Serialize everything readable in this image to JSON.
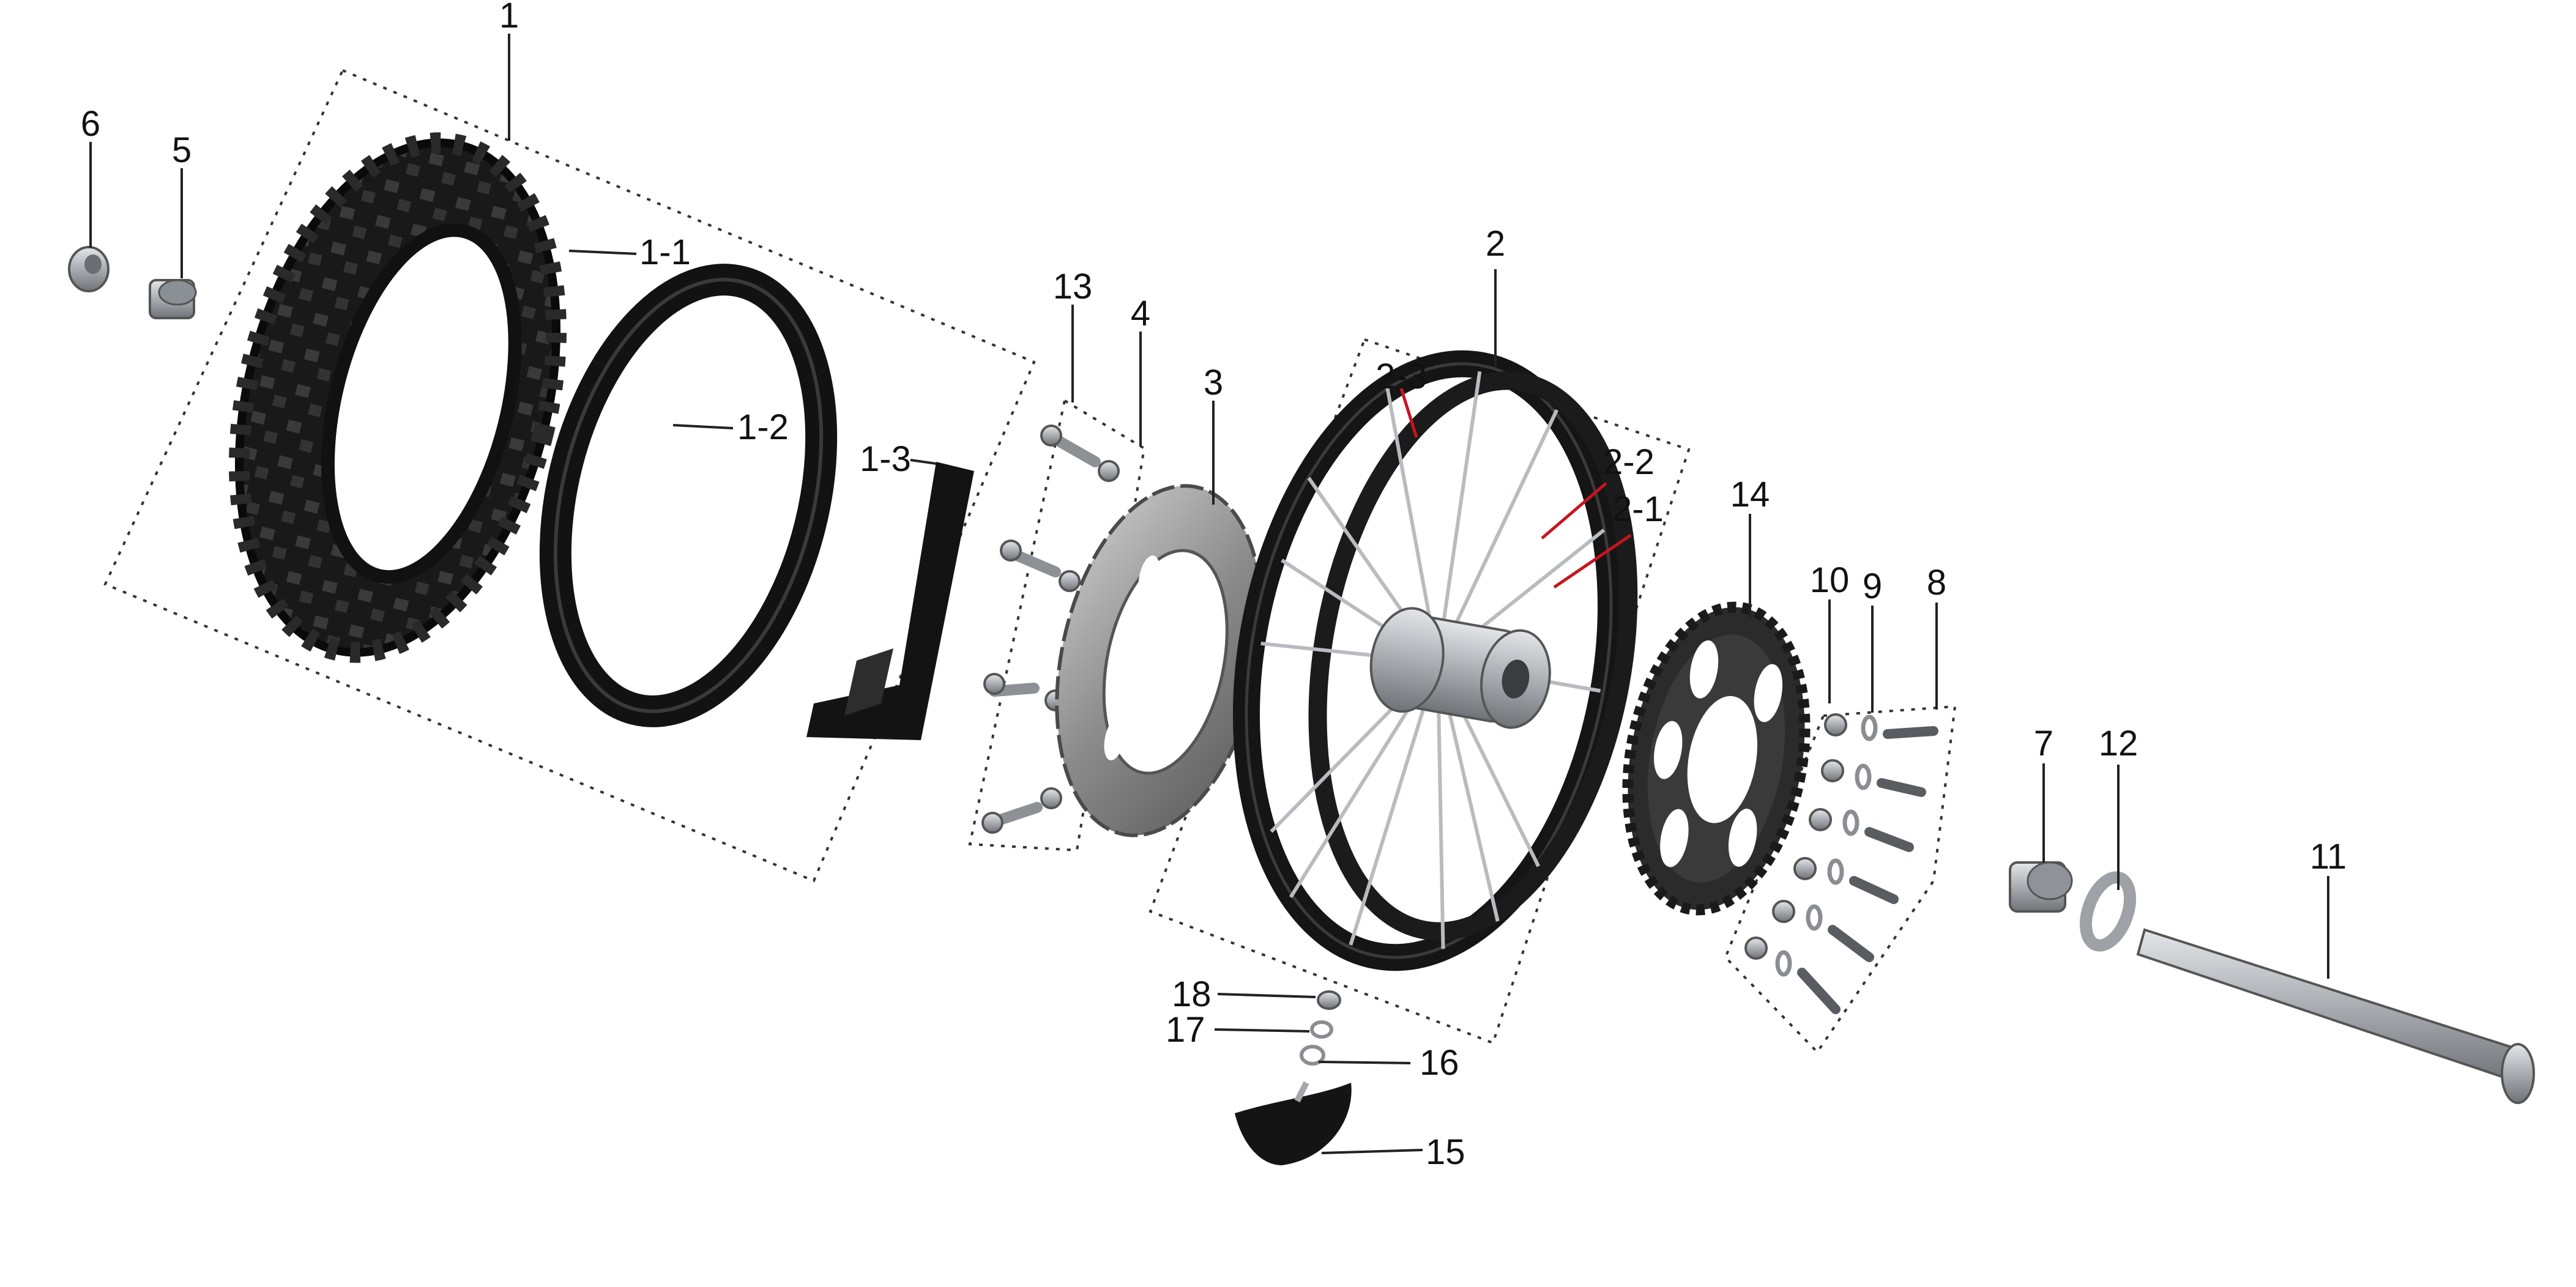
{
  "callouts": {
    "c1": "1",
    "c1_1": "1-1",
    "c1_2": "1-2",
    "c1_3": "1-3",
    "c2": "2",
    "c2_1": "2-1",
    "c2_2": "2-2",
    "c2_3": "2-3",
    "c3": "3",
    "c4": "4",
    "c5": "5",
    "c6": "6",
    "c7": "7",
    "c8": "8",
    "c9": "9",
    "c10": "10",
    "c11": "11",
    "c12": "12",
    "c13": "13",
    "c14": "14",
    "c15": "15",
    "c16": "16",
    "c17": "17",
    "c18": "18"
  },
  "colors": {
    "background": "#ffffff",
    "tire": "#141414",
    "metal": "#b9bcc0",
    "brake_disc": "#8a8a8a",
    "leader_line": "#222222",
    "rim_leader_highlight": "#c8141e"
  },
  "icons": [
    "tire-icon",
    "inner-tube-icon",
    "rim-tape-icon",
    "wheel-icon",
    "brake-disc-icon",
    "sprocket-icon",
    "axle-icon",
    "spacer-icon",
    "nut-icon",
    "washer-icon",
    "bolt-icon",
    "valve-cap-icon"
  ]
}
